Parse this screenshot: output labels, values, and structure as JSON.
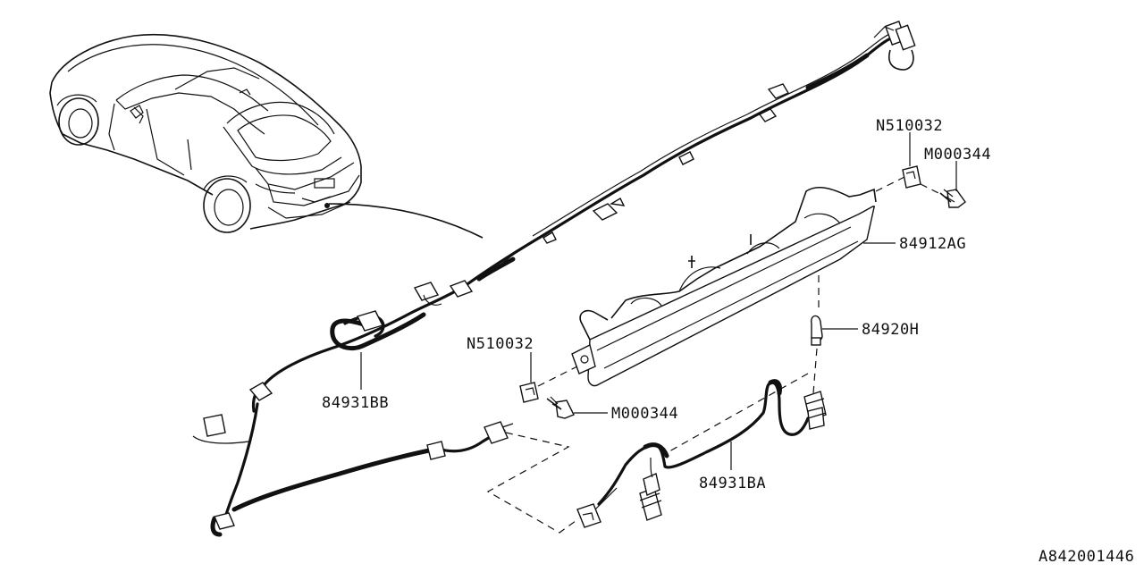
{
  "diagram": {
    "part_labels": [
      {
        "id": "n510032_top",
        "text": "N510032"
      },
      {
        "id": "m000344_top",
        "text": "M000344"
      },
      {
        "id": "p84912ag",
        "text": "84912AG"
      },
      {
        "id": "p84920h",
        "text": "84920H"
      },
      {
        "id": "n510032_mid",
        "text": "N510032"
      },
      {
        "id": "m000344_mid",
        "text": "M000344"
      },
      {
        "id": "p84931bb",
        "text": "84931BB"
      },
      {
        "id": "p84931ba",
        "text": "84931BA"
      }
    ],
    "diagram_code": "A842001446"
  }
}
